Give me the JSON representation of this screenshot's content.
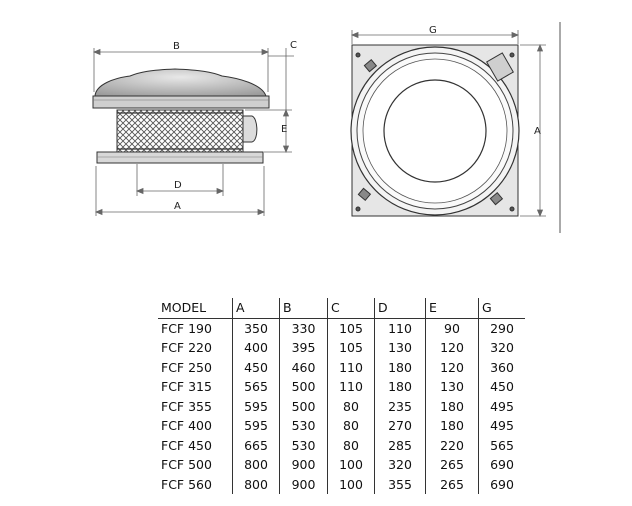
{
  "side_view": {
    "dim_b": "B",
    "dim_c": "C",
    "dim_e": "E",
    "dim_d": "D",
    "dim_a": "A"
  },
  "top_view": {
    "dim_g": "G",
    "dim_a": "A"
  },
  "table": {
    "headers": [
      "MODEL",
      "A",
      "B",
      "C",
      "D",
      "E",
      "G"
    ],
    "rows": [
      [
        "FCF 190",
        "350",
        "330",
        "105",
        "110",
        "90",
        "290"
      ],
      [
        "FCF 220",
        "400",
        "395",
        "105",
        "130",
        "120",
        "320"
      ],
      [
        "FCF 250",
        "450",
        "460",
        "110",
        "180",
        "120",
        "360"
      ],
      [
        "FCF 315",
        "565",
        "500",
        "110",
        "180",
        "130",
        "450"
      ],
      [
        "FCF 355",
        "595",
        "500",
        "80",
        "235",
        "180",
        "495"
      ],
      [
        "FCF 400",
        "595",
        "530",
        "80",
        "270",
        "180",
        "495"
      ],
      [
        "FCF 450",
        "665",
        "530",
        "80",
        "285",
        "220",
        "565"
      ],
      [
        "FCF 500",
        "800",
        "900",
        "100",
        "320",
        "265",
        "690"
      ],
      [
        "FCF 560",
        "800",
        "900",
        "100",
        "355",
        "265",
        "690"
      ]
    ]
  }
}
